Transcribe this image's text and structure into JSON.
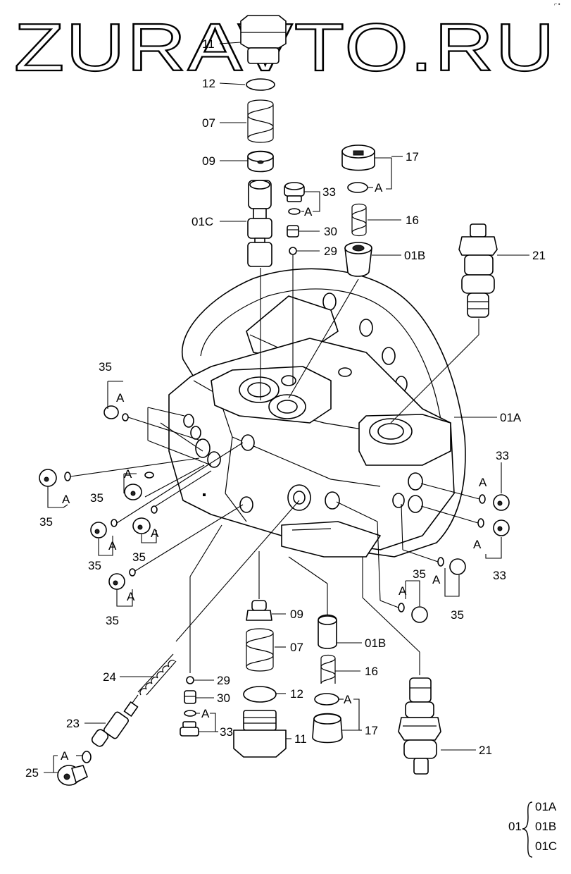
{
  "watermark": "ZURAVTO.RU",
  "labels": {
    "p11_top": "11",
    "p12_top": "12",
    "p07_top": "07",
    "p09_top": "09",
    "p01C": "01C",
    "p17_top": "17",
    "pA_17": "A",
    "p33_top": "33",
    "pA_33": "A",
    "p16_top": "16",
    "p30_top": "30",
    "p29_top": "29",
    "p01B_top": "01B",
    "p21_top": "21",
    "p01A": "01A",
    "p35_a": "35",
    "pA_35a": "A",
    "p35_b": "35",
    "pA_35b": "A",
    "p35_c": "35",
    "pA_35c": "A",
    "p35_d": "35",
    "pA_35d": "A",
    "p35_e": "35",
    "pA_35e": "A",
    "p35_f": "35",
    "pA_35f": "A",
    "p33_r1": "33",
    "pA_r1": "A",
    "pA_r2": "A",
    "p33_r2": "33",
    "p35_r1": "35",
    "pA_r3": "A",
    "pA_r4": "A",
    "p35_r2": "35",
    "p09_bot": "09",
    "p07_bot": "07",
    "p12_bot": "12",
    "p11_bot": "11",
    "p01B_bot": "01B",
    "p16_bot": "16",
    "pA_17b": "A",
    "p17_bot": "17",
    "p21_bot": "21",
    "p24": "24",
    "p29_bot": "29",
    "p30_bot": "30",
    "pA_33b": "A",
    "p33_bot": "33",
    "p23": "23",
    "pA_25": "A",
    "p25": "25"
  },
  "legend": {
    "parent": "01",
    "children": [
      "01A",
      "01B",
      "01C"
    ]
  }
}
